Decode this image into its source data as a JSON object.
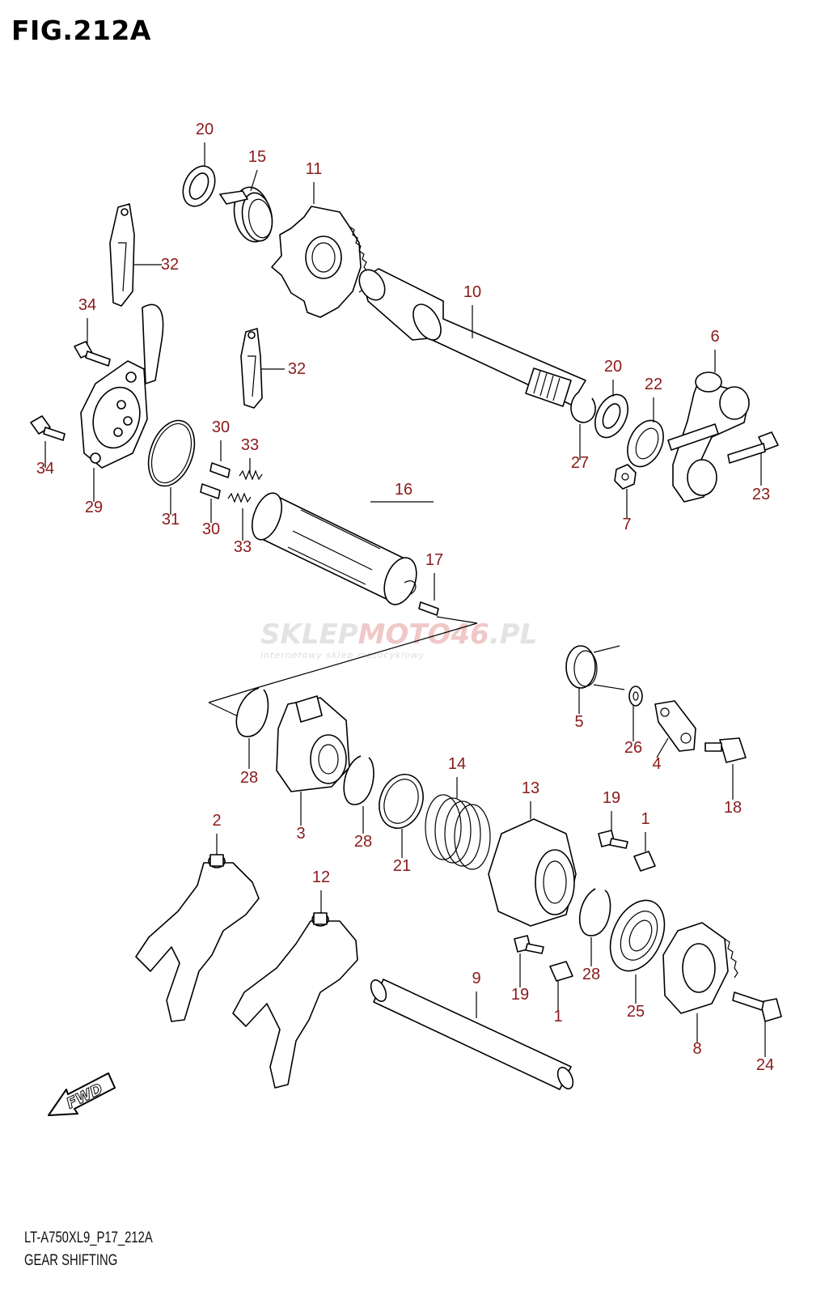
{
  "figure": {
    "title": "FIG.212A",
    "model_code": "LT-A750XL9_P17_212A",
    "section_name": "GEAR SHIFTING"
  },
  "watermark": {
    "brand_left": "SKLEP",
    "brand_accent": "MOTO46",
    "brand_suffix": ".PL",
    "tagline": "internetowy sklep motocyklowy"
  },
  "fwd_badge": {
    "text": "FWD"
  },
  "callouts": [
    {
      "id": "c20a",
      "label": "20"
    },
    {
      "id": "c15",
      "label": "15"
    },
    {
      "id": "c11",
      "label": "11"
    },
    {
      "id": "c32a",
      "label": "32"
    },
    {
      "id": "c10",
      "label": "10"
    },
    {
      "id": "c34a",
      "label": "34"
    },
    {
      "id": "c32b",
      "label": "32"
    },
    {
      "id": "c6",
      "label": "6"
    },
    {
      "id": "c20b",
      "label": "20"
    },
    {
      "id": "c22",
      "label": "22"
    },
    {
      "id": "c34b",
      "label": "34"
    },
    {
      "id": "c30a",
      "label": "30"
    },
    {
      "id": "c33a",
      "label": "33"
    },
    {
      "id": "c27",
      "label": "27"
    },
    {
      "id": "c23",
      "label": "23"
    },
    {
      "id": "c29",
      "label": "29"
    },
    {
      "id": "c31",
      "label": "31"
    },
    {
      "id": "c30b",
      "label": "30"
    },
    {
      "id": "c16",
      "label": "16"
    },
    {
      "id": "c7",
      "label": "7"
    },
    {
      "id": "c33b",
      "label": "33"
    },
    {
      "id": "c17",
      "label": "17"
    },
    {
      "id": "c5",
      "label": "5"
    },
    {
      "id": "c26",
      "label": "26"
    },
    {
      "id": "c28a",
      "label": "28"
    },
    {
      "id": "c4",
      "label": "4"
    },
    {
      "id": "c18",
      "label": "18"
    },
    {
      "id": "c3",
      "label": "3"
    },
    {
      "id": "c14",
      "label": "14"
    },
    {
      "id": "c13",
      "label": "13"
    },
    {
      "id": "c28b",
      "label": "28"
    },
    {
      "id": "c19a",
      "label": "19"
    },
    {
      "id": "c1a",
      "label": "1"
    },
    {
      "id": "c21",
      "label": "21"
    },
    {
      "id": "c2",
      "label": "2"
    },
    {
      "id": "c12",
      "label": "12"
    },
    {
      "id": "c9",
      "label": "9"
    },
    {
      "id": "c28c",
      "label": "28"
    },
    {
      "id": "c19b",
      "label": "19"
    },
    {
      "id": "c25",
      "label": "25"
    },
    {
      "id": "c1b",
      "label": "1"
    },
    {
      "id": "c8",
      "label": "8"
    },
    {
      "id": "c24",
      "label": "24"
    }
  ]
}
